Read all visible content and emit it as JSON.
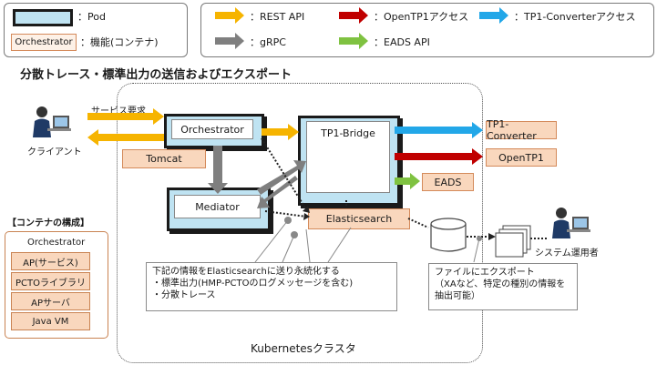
{
  "legend": {
    "pod_label": "：Pod",
    "orchestrator_sample": "Orchestrator",
    "container_label": "：機能(コンテナ)",
    "rest": "：REST API",
    "grpc": "：gRPC",
    "opentp1": "：OpenTP1アクセス",
    "eads": "：EADS API",
    "tp1conv": "：TP1-Converterアクセス",
    "colors": {
      "rest": "#f6b400",
      "grpc": "#7f7f7f",
      "opentp1": "#c00000",
      "eads": "#7fc241",
      "tp1conv": "#22a7e8"
    }
  },
  "title": "分散トレース・標準出力の送信およびエクスポート",
  "client": {
    "label": "クライアント",
    "request": "サービス要求",
    "icon": "person-at-pc-icon"
  },
  "cluster": {
    "label": "Kubernetesクラスタ"
  },
  "pods": {
    "orchestrator": "Orchestrator",
    "tomcat": "Tomcat",
    "tp1bridge": "TP1-Bridge",
    "mediator": "Mediator"
  },
  "elasticsearch": "Elasticsearch",
  "external": {
    "tp1converter": "TP1-Converter",
    "opentp1": "OpenTP1",
    "eads": "EADS"
  },
  "composition": {
    "title": "【コンテナの構成】",
    "header": "Orchestrator",
    "items": [
      "AP(サービス)",
      "PCTOライブラリ",
      "APサーバ",
      "Java VM"
    ]
  },
  "note_left": {
    "lines": [
      "下記の情報をElasticsearchに送り永続化する",
      "・標準出力(HMP-PCTOのログメッセージを含む)",
      "・分散トレース"
    ]
  },
  "note_right": {
    "lines": [
      "ファイルにエクスポート",
      "（XAなど、特定の種別の情報を",
      "抽出可能）"
    ]
  },
  "operator": {
    "label": "システム運用者",
    "icon": "person-at-pc-icon"
  }
}
